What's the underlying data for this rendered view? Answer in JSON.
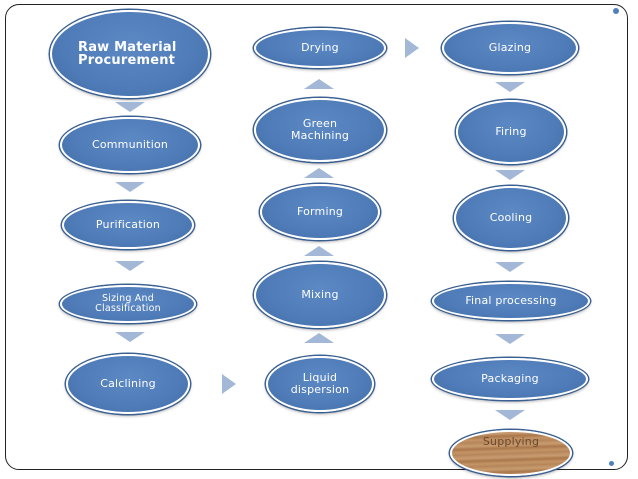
{
  "diagram": {
    "nodes": {
      "raw_material": "Raw Material\nProcurement",
      "communition": "Communition",
      "purification": "Purification",
      "sizing": "Sizing And\nClassification",
      "calclining": "Calclining",
      "liquid_dispersion": "Liquid\ndispersion",
      "mixing": "Mixing",
      "forming": "Forming",
      "green_machining": "Green\nMachining",
      "drying": "Drying",
      "glazing": "Glazing",
      "firing": "Firing",
      "cooling": "Cooling",
      "final_processing": "Final processing",
      "packaging": "Packaging",
      "supplying": "Supplying"
    },
    "arrow_color": "#a3b8d6",
    "node_color": "#4f7cb8"
  }
}
